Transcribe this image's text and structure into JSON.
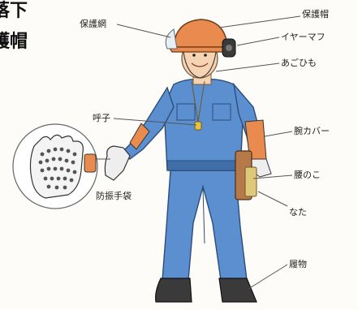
{
  "heading": {
    "line1": "落下",
    "line2": "護帽"
  },
  "labels": {
    "hogo_mou": "保護網",
    "hogo_bou": "保護帽",
    "ear_muff": "イヤーマフ",
    "agohimo": "あごひも",
    "yobiko": "呼子",
    "wan_cover": "腕カバー",
    "koshi_noko": "腰のこ",
    "nata": "なた",
    "boushin_tebukuro": "防振手袋",
    "hakimono": "履物"
  },
  "colors": {
    "helmet": "#e98b4e",
    "coverall": "#5b8fcf",
    "coverall_dark": "#3f6ea8",
    "skin": "#f6d3b2",
    "arm_cover": "#e98b4e",
    "boot": "#3a3a3a",
    "leader_line": "#555555"
  }
}
